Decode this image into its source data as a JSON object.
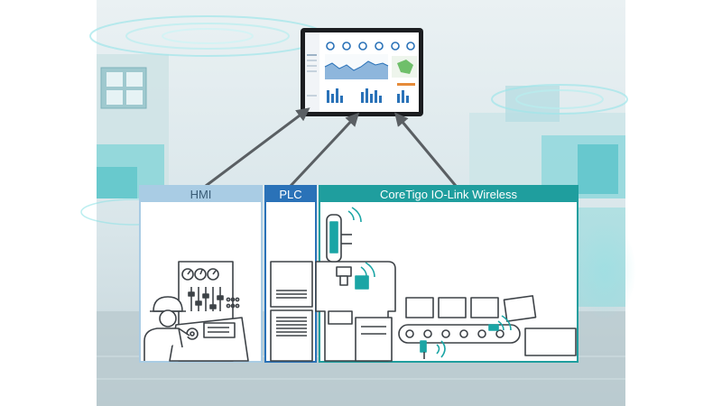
{
  "sections": [
    {
      "id": "hmi",
      "label": "HMI",
      "header_color": "#a9cce4",
      "text_color": "#3a5d77"
    },
    {
      "id": "plc",
      "label": "PLC",
      "header_color": "#2a72b8",
      "text_color": "#ffffff"
    },
    {
      "id": "coretigo",
      "label": "CoreTigo IO-Link Wireless",
      "header_color": "#1f9e9e",
      "text_color": "#ffffff"
    }
  ],
  "colors": {
    "arrow": "#5a5f63",
    "line": "#3d4247",
    "accent_teal": "#1aa5a5",
    "accent_blue": "#2a72b8"
  },
  "icons": [
    "dashboard-tablet-icon",
    "hmi-operator-icon",
    "plc-cabinet-icon",
    "wireless-signal-icon",
    "conveyor-belt-icon",
    "robot-arm-icon"
  ]
}
